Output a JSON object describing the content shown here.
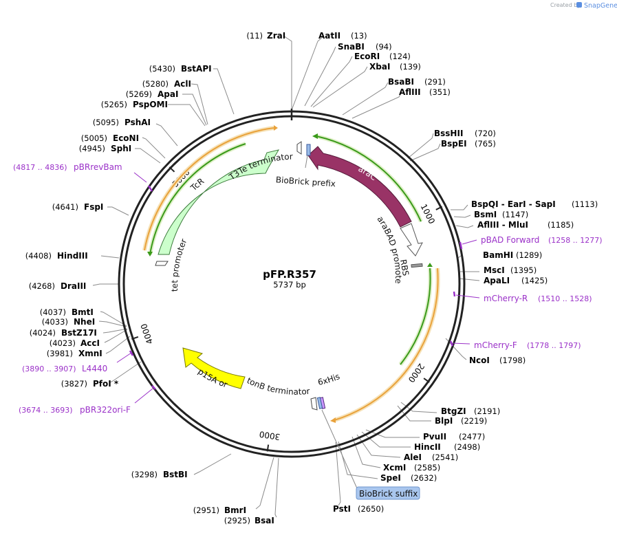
{
  "header": {
    "created_by": "Created by",
    "brand": "SnapGene"
  },
  "plasmid": {
    "name": "pFP.R357",
    "size_label": "5737 bp",
    "length_bp": 5737
  },
  "ticks": [
    {
      "bp": 1000,
      "label": "1000"
    },
    {
      "bp": 2000,
      "label": "2000"
    },
    {
      "bp": 3000,
      "label": "3000"
    },
    {
      "bp": 4000,
      "label": "4000"
    },
    {
      "bp": 5000,
      "label": "5000"
    }
  ],
  "sites": [
    {
      "name": "ZraI",
      "pos": "(11)",
      "bp": 11
    },
    {
      "name": "AatII",
      "pos": "(13)",
      "bp": 13
    },
    {
      "name": "SnaBI",
      "pos": "(94)",
      "bp": 94
    },
    {
      "name": "EcoRI",
      "pos": "(124)",
      "bp": 124
    },
    {
      "name": "XbaI",
      "pos": "(139)",
      "bp": 139
    },
    {
      "name": "BsaBI",
      "pos": "(291)",
      "bp": 291
    },
    {
      "name": "AflIII",
      "pos": "(351)",
      "bp": 351
    },
    {
      "name": "BssHII",
      "pos": "(720)",
      "bp": 720
    },
    {
      "name": "BspEI",
      "pos": "(765)",
      "bp": 765
    },
    {
      "name": "BspQI - EarI - SapI",
      "pos": "(1113)",
      "bp": 1113
    },
    {
      "name": "BsmI",
      "pos": "(1147)",
      "bp": 1147
    },
    {
      "name": "AflIII - MluI",
      "pos": "(1185)",
      "bp": 1185
    },
    {
      "name": "BamHI",
      "pos": "(1289)",
      "bp": 1289
    },
    {
      "name": "MscI",
      "pos": "(1395)",
      "bp": 1395
    },
    {
      "name": "ApaLI",
      "pos": "(1425)",
      "bp": 1425
    },
    {
      "name": "NcoI",
      "pos": "(1798)",
      "bp": 1798
    },
    {
      "name": "BtgZI",
      "pos": "(2191)",
      "bp": 2191
    },
    {
      "name": "BlpI",
      "pos": "(2219)",
      "bp": 2219
    },
    {
      "name": "PvuII",
      "pos": "(2477)",
      "bp": 2477
    },
    {
      "name": "HincII",
      "pos": "(2498)",
      "bp": 2498
    },
    {
      "name": "AleI",
      "pos": "(2541)",
      "bp": 2541
    },
    {
      "name": "XcmI",
      "pos": "(2585)",
      "bp": 2585
    },
    {
      "name": "SpeI",
      "pos": "(2632)",
      "bp": 2632
    },
    {
      "name": "PstI",
      "pos": "(2650)",
      "bp": 2650
    },
    {
      "name": "BsaI",
      "pos": "(2925)",
      "bp": 2925
    },
    {
      "name": "BmrI",
      "pos": "(2951)",
      "bp": 2951
    },
    {
      "name": "BstBI",
      "pos": "(3298)",
      "bp": 3298
    },
    {
      "name": "PfoI *",
      "pos": "(3827)",
      "bp": 3827
    },
    {
      "name": "XmnI",
      "pos": "(3981)",
      "bp": 3981
    },
    {
      "name": "AccI",
      "pos": "(4023)",
      "bp": 4023
    },
    {
      "name": "BstZ17I",
      "pos": "(4024)",
      "bp": 4024
    },
    {
      "name": "NheI",
      "pos": "(4033)",
      "bp": 4033
    },
    {
      "name": "BmtI",
      "pos": "(4037)",
      "bp": 4037
    },
    {
      "name": "DraIII",
      "pos": "(4268)",
      "bp": 4268
    },
    {
      "name": "HindIII",
      "pos": "(4408)",
      "bp": 4408
    },
    {
      "name": "FspI",
      "pos": "(4641)",
      "bp": 4641
    },
    {
      "name": "SphI",
      "pos": "(4945)",
      "bp": 4945
    },
    {
      "name": "EcoNI",
      "pos": "(5005)",
      "bp": 5005
    },
    {
      "name": "PshAI",
      "pos": "(5095)",
      "bp": 5095
    },
    {
      "name": "PspOMI",
      "pos": "(5265)",
      "bp": 5265
    },
    {
      "name": "ApaI",
      "pos": "(5269)",
      "bp": 5269
    },
    {
      "name": "AclI",
      "pos": "(5280)",
      "bp": 5280
    },
    {
      "name": "BstAPI",
      "pos": "(5430)",
      "bp": 5430
    }
  ],
  "primers": [
    {
      "name": "pBAD Forward",
      "range": "(1258 .. 1277)",
      "bp": 1267
    },
    {
      "name": "mCherry-R",
      "range": "(1510 .. 1528)",
      "bp": 1519
    },
    {
      "name": "mCherry-F",
      "range": "(1778 .. 1797)",
      "bp": 1787
    },
    {
      "name": "L4440",
      "range": "(3890 .. 3907)",
      "bp": 3898
    },
    {
      "name": "pBR322ori-F",
      "range": "(3674 .. 3693)",
      "bp": 3683
    },
    {
      "name": "pBRrevBam",
      "range": "(4817 .. 4836)",
      "bp": 4826
    }
  ],
  "features": [
    {
      "name": "araC",
      "type": "cds",
      "color": "#993366"
    },
    {
      "name": "araBAD promoter",
      "type": "promoter",
      "color": "#ffffff"
    },
    {
      "name": "RBS",
      "type": "rbs",
      "color": "#999999"
    },
    {
      "name": "BioBrick prefix",
      "type": "misc",
      "color": "#99bbe8"
    },
    {
      "name": "T3Te terminator",
      "type": "terminator",
      "color": "#ffffff"
    },
    {
      "name": "TcR",
      "type": "cds",
      "color": "#ccffcc"
    },
    {
      "name": "tet promoter",
      "type": "promoter",
      "color": "#ffffff"
    },
    {
      "name": "p15A ori",
      "type": "origin",
      "color": "#ffff00"
    },
    {
      "name": "tonB terminator",
      "type": "terminator",
      "color": "#ffffff"
    },
    {
      "name": "6xHis",
      "type": "misc",
      "color": "#cc99ff"
    },
    {
      "name": "BioBrick suffix",
      "type": "misc",
      "color": "#99bbe8"
    }
  ],
  "colors": {
    "backbone": "#222222",
    "primer": "#9a30c8",
    "orf_orange": "#e9a23b",
    "orf_green": "#3a9a1a",
    "orf_halo": "#f6e2b8",
    "label_line": "#888888"
  }
}
